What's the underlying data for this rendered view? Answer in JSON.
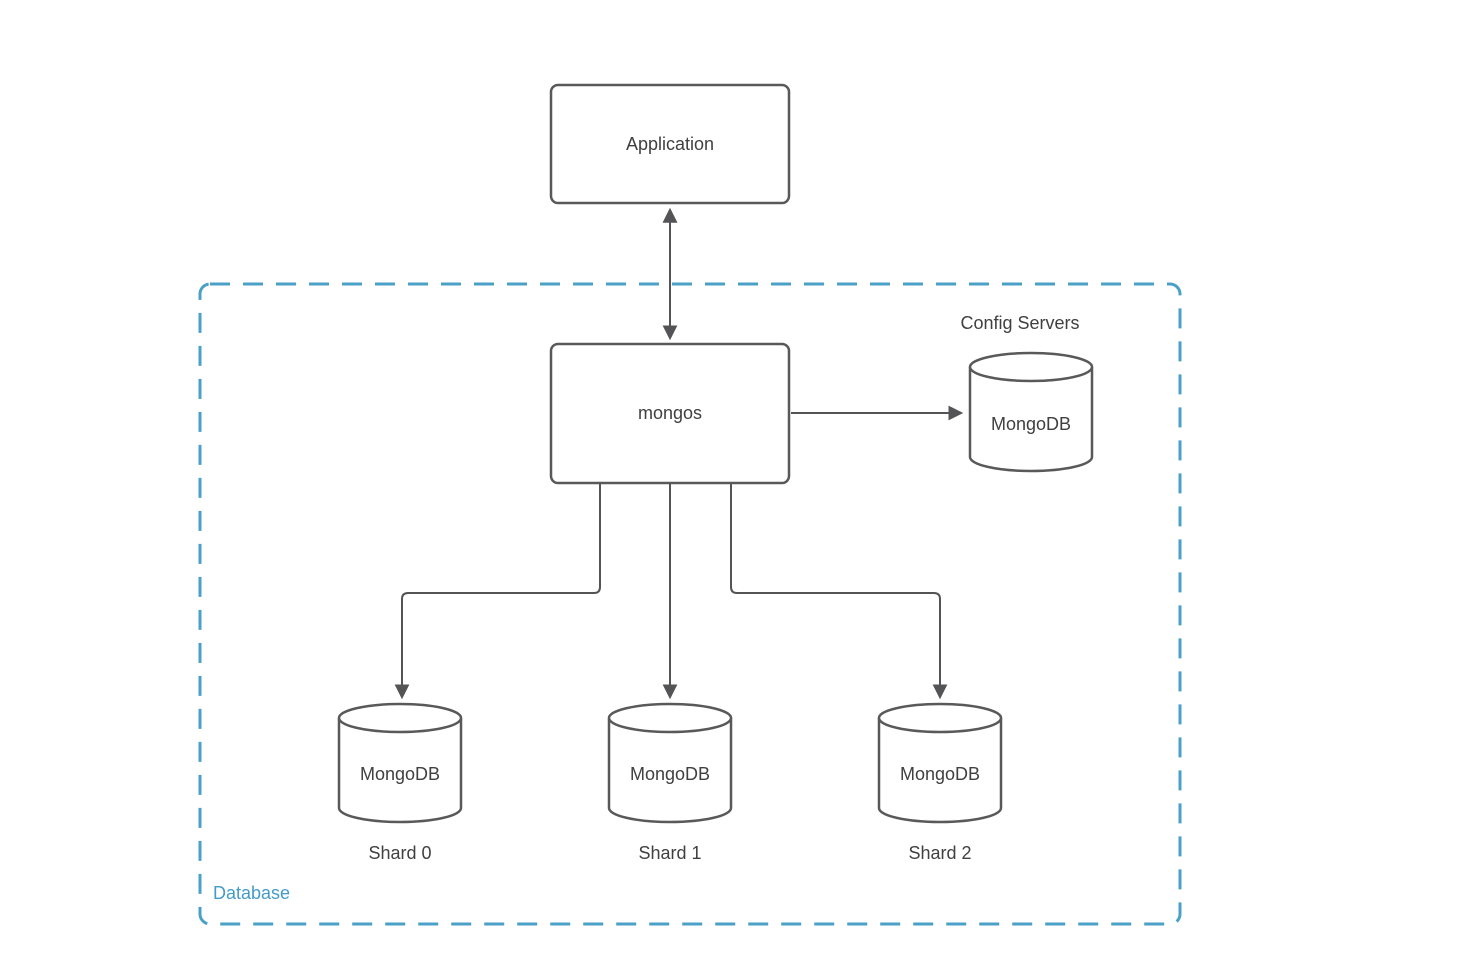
{
  "nodes": {
    "application": {
      "label": "Application"
    },
    "mongos": {
      "label": "mongos"
    },
    "config_servers": {
      "title": "Config Servers",
      "db": "MongoDB"
    },
    "shard0": {
      "db": "MongoDB",
      "caption": "Shard 0"
    },
    "shard1": {
      "db": "MongoDB",
      "caption": "Shard 1"
    },
    "shard2": {
      "db": "MongoDB",
      "caption": "Shard 2"
    }
  },
  "container": {
    "label": "Database"
  },
  "colors": {
    "node_stroke": "#595959",
    "connector": "#545456",
    "text": "#404040",
    "container_accent": "#4BA0C8",
    "background": "#FFFFFF"
  }
}
